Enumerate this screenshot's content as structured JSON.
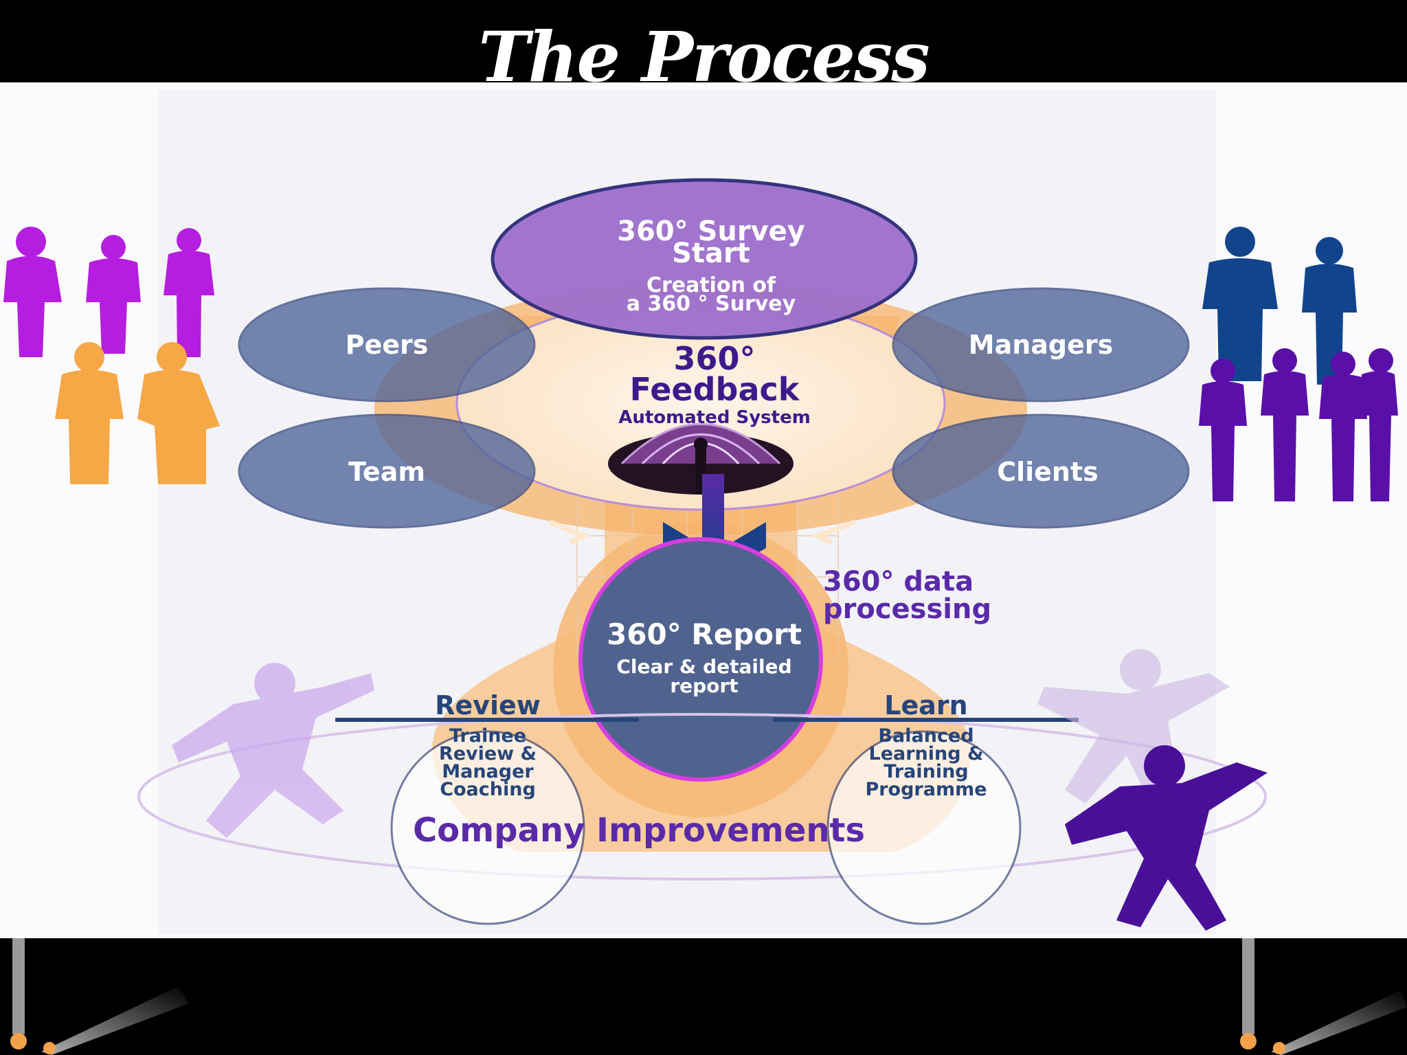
{
  "title": "The Process",
  "diagram": {
    "survey": {
      "title_line1": "360° Survey",
      "title_line2": "Start",
      "sub_line1": "Creation of",
      "sub_line2": "a 360 ° Survey"
    },
    "feedback": {
      "line1": "360°",
      "line2": "Feedback",
      "line3": "Automated System"
    },
    "groups": {
      "peers": "Peers",
      "managers": "Managers",
      "team": "Team",
      "clients": "Clients"
    },
    "processing": {
      "line1": "360° data",
      "line2": "processing"
    },
    "report": {
      "title": "360° Report",
      "sub_line1": "Clear & detailed",
      "sub_line2": "report"
    },
    "review": {
      "title": "Review",
      "lines": [
        "Trainee",
        "Review &",
        "Manager",
        "Coaching"
      ]
    },
    "learn": {
      "title": "Learn",
      "lines": [
        "Balanced",
        "Learning &",
        "Training",
        "Programme"
      ]
    },
    "footer": "Company Improvements"
  },
  "colors": {
    "purple": "#3d1a8c",
    "navy": "#26457a",
    "orange": "#f7ae5b",
    "violet": "#a67cd6",
    "blue_gray": "#5b6f9f",
    "magenta": "#c31ce0"
  }
}
